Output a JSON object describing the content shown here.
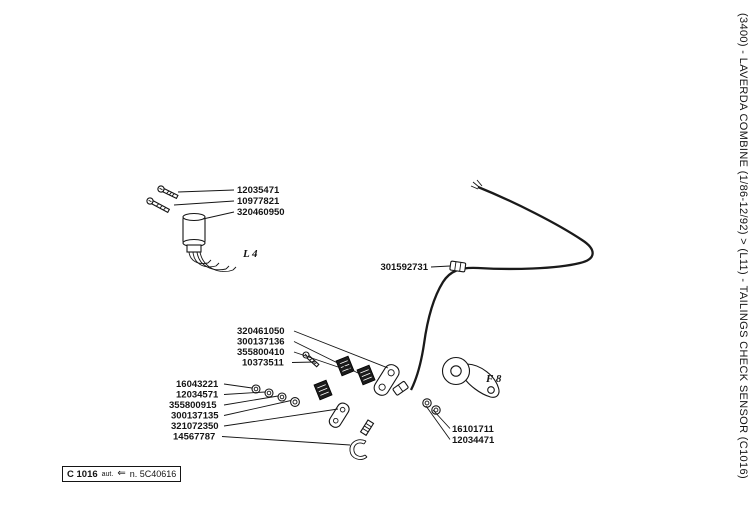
{
  "sidebar": {
    "title": "(3400) - LAVERDA COMBINE (1/86-12/92) > (L11) - TAILINGS CHECK SENSOR (C1016)"
  },
  "footer": {
    "code": "C 1016",
    "aut_label": "aut.",
    "arrow": "⇐",
    "serial": "n. 5C40616"
  },
  "diagram": {
    "ref_labels": {
      "l4": "L 4",
      "f8": "F 8"
    },
    "parts_top": [
      "12035471",
      "10977821",
      "320460950"
    ],
    "part_cable": "301592731",
    "parts_middle": [
      "320461050",
      "300137136",
      "355800410",
      "10373511"
    ],
    "parts_left": [
      "16043221",
      "12034571",
      "355800915",
      "300137135",
      "321072350",
      "14567787"
    ],
    "parts_bottom_right": [
      "16101711",
      "12034471"
    ]
  }
}
